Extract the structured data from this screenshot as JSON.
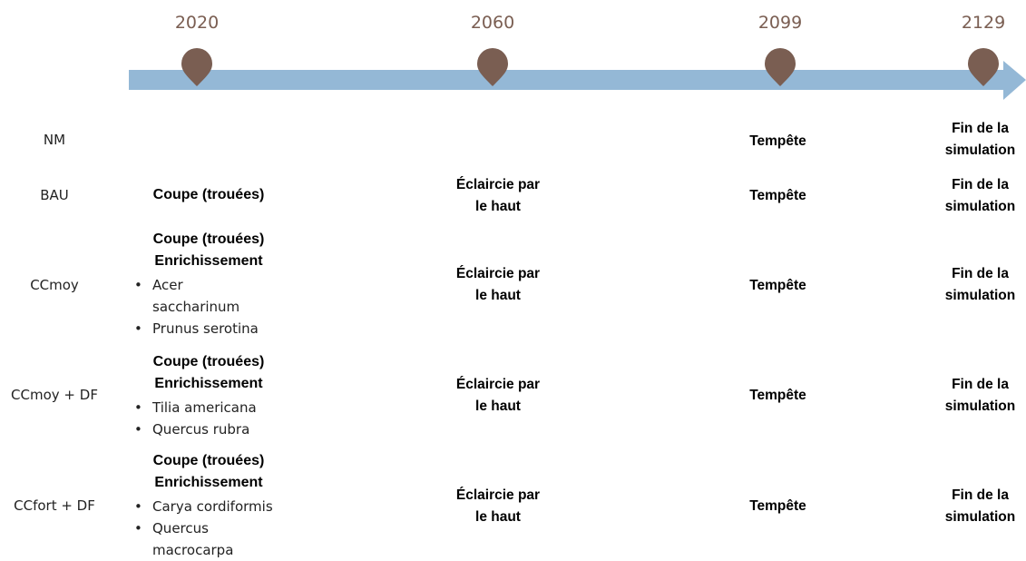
{
  "timeline": {
    "years": [
      "2020",
      "2060",
      "2099",
      "2129"
    ],
    "colors": {
      "arrow": "#94b8d6",
      "marker": "#7a5e52"
    }
  },
  "scenarios": [
    {
      "name": "NM",
      "year2020": {
        "heading": [],
        "species": []
      },
      "year2060": "",
      "year2099": "Tempête",
      "year2129": [
        "Fin de la",
        "simulation"
      ]
    },
    {
      "name": "BAU",
      "year2020": {
        "heading": [
          "Coupe (trouées)"
        ],
        "species": []
      },
      "year2060": [
        "Éclaircie par",
        "le haut"
      ],
      "year2099": "Tempête",
      "year2129": [
        "Fin de la",
        "simulation"
      ]
    },
    {
      "name": "CCmoy",
      "year2020": {
        "heading": [
          "Coupe (trouées)",
          "Enrichissement"
        ],
        "species": [
          "Acer saccharinum",
          "Prunus serotina"
        ]
      },
      "year2060": [
        "Éclaircie par",
        "le haut"
      ],
      "year2099": "Tempête",
      "year2129": [
        "Fin de la",
        "simulation"
      ]
    },
    {
      "name": "CCmoy + DF",
      "year2020": {
        "heading": [
          "Coupe (trouées)",
          "Enrichissement"
        ],
        "species": [
          "Tilia americana",
          "Quercus rubra"
        ]
      },
      "year2060": [
        "Éclaircie par",
        "le haut"
      ],
      "year2099": "Tempête",
      "year2129": [
        "Fin de la",
        "simulation"
      ]
    },
    {
      "name": "CCfort + DF",
      "year2020": {
        "heading": [
          "Coupe (trouées)",
          "Enrichissement"
        ],
        "species": [
          "Carya cordiformis",
          "Quercus macrocarpa"
        ]
      },
      "year2060": [
        "Éclaircie par",
        "le haut"
      ],
      "year2099": "Tempête",
      "year2129": [
        "Fin de la",
        "simulation"
      ]
    }
  ]
}
